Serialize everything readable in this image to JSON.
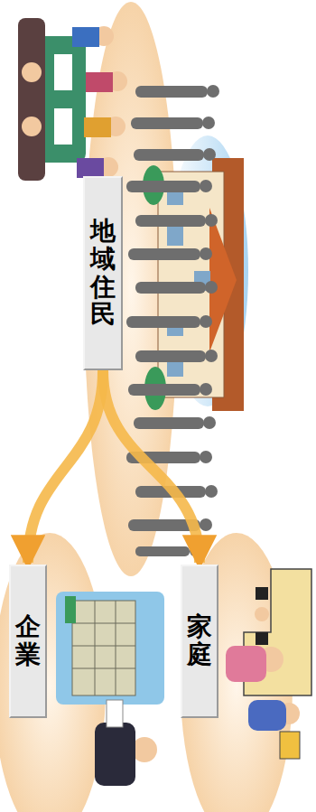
{
  "diagram": {
    "nodes": [
      {
        "text": [
          "地域住民"
        ]
      },
      {
        "text": [
          "家庭"
        ]
      },
      {
        "text": [
          "企業"
        ]
      }
    ],
    "edges": [
      {
        "from": 0,
        "to": 1,
        "arrow": "to"
      },
      {
        "from": 0,
        "to": 2,
        "arrow": "to"
      }
    ]
  }
}
